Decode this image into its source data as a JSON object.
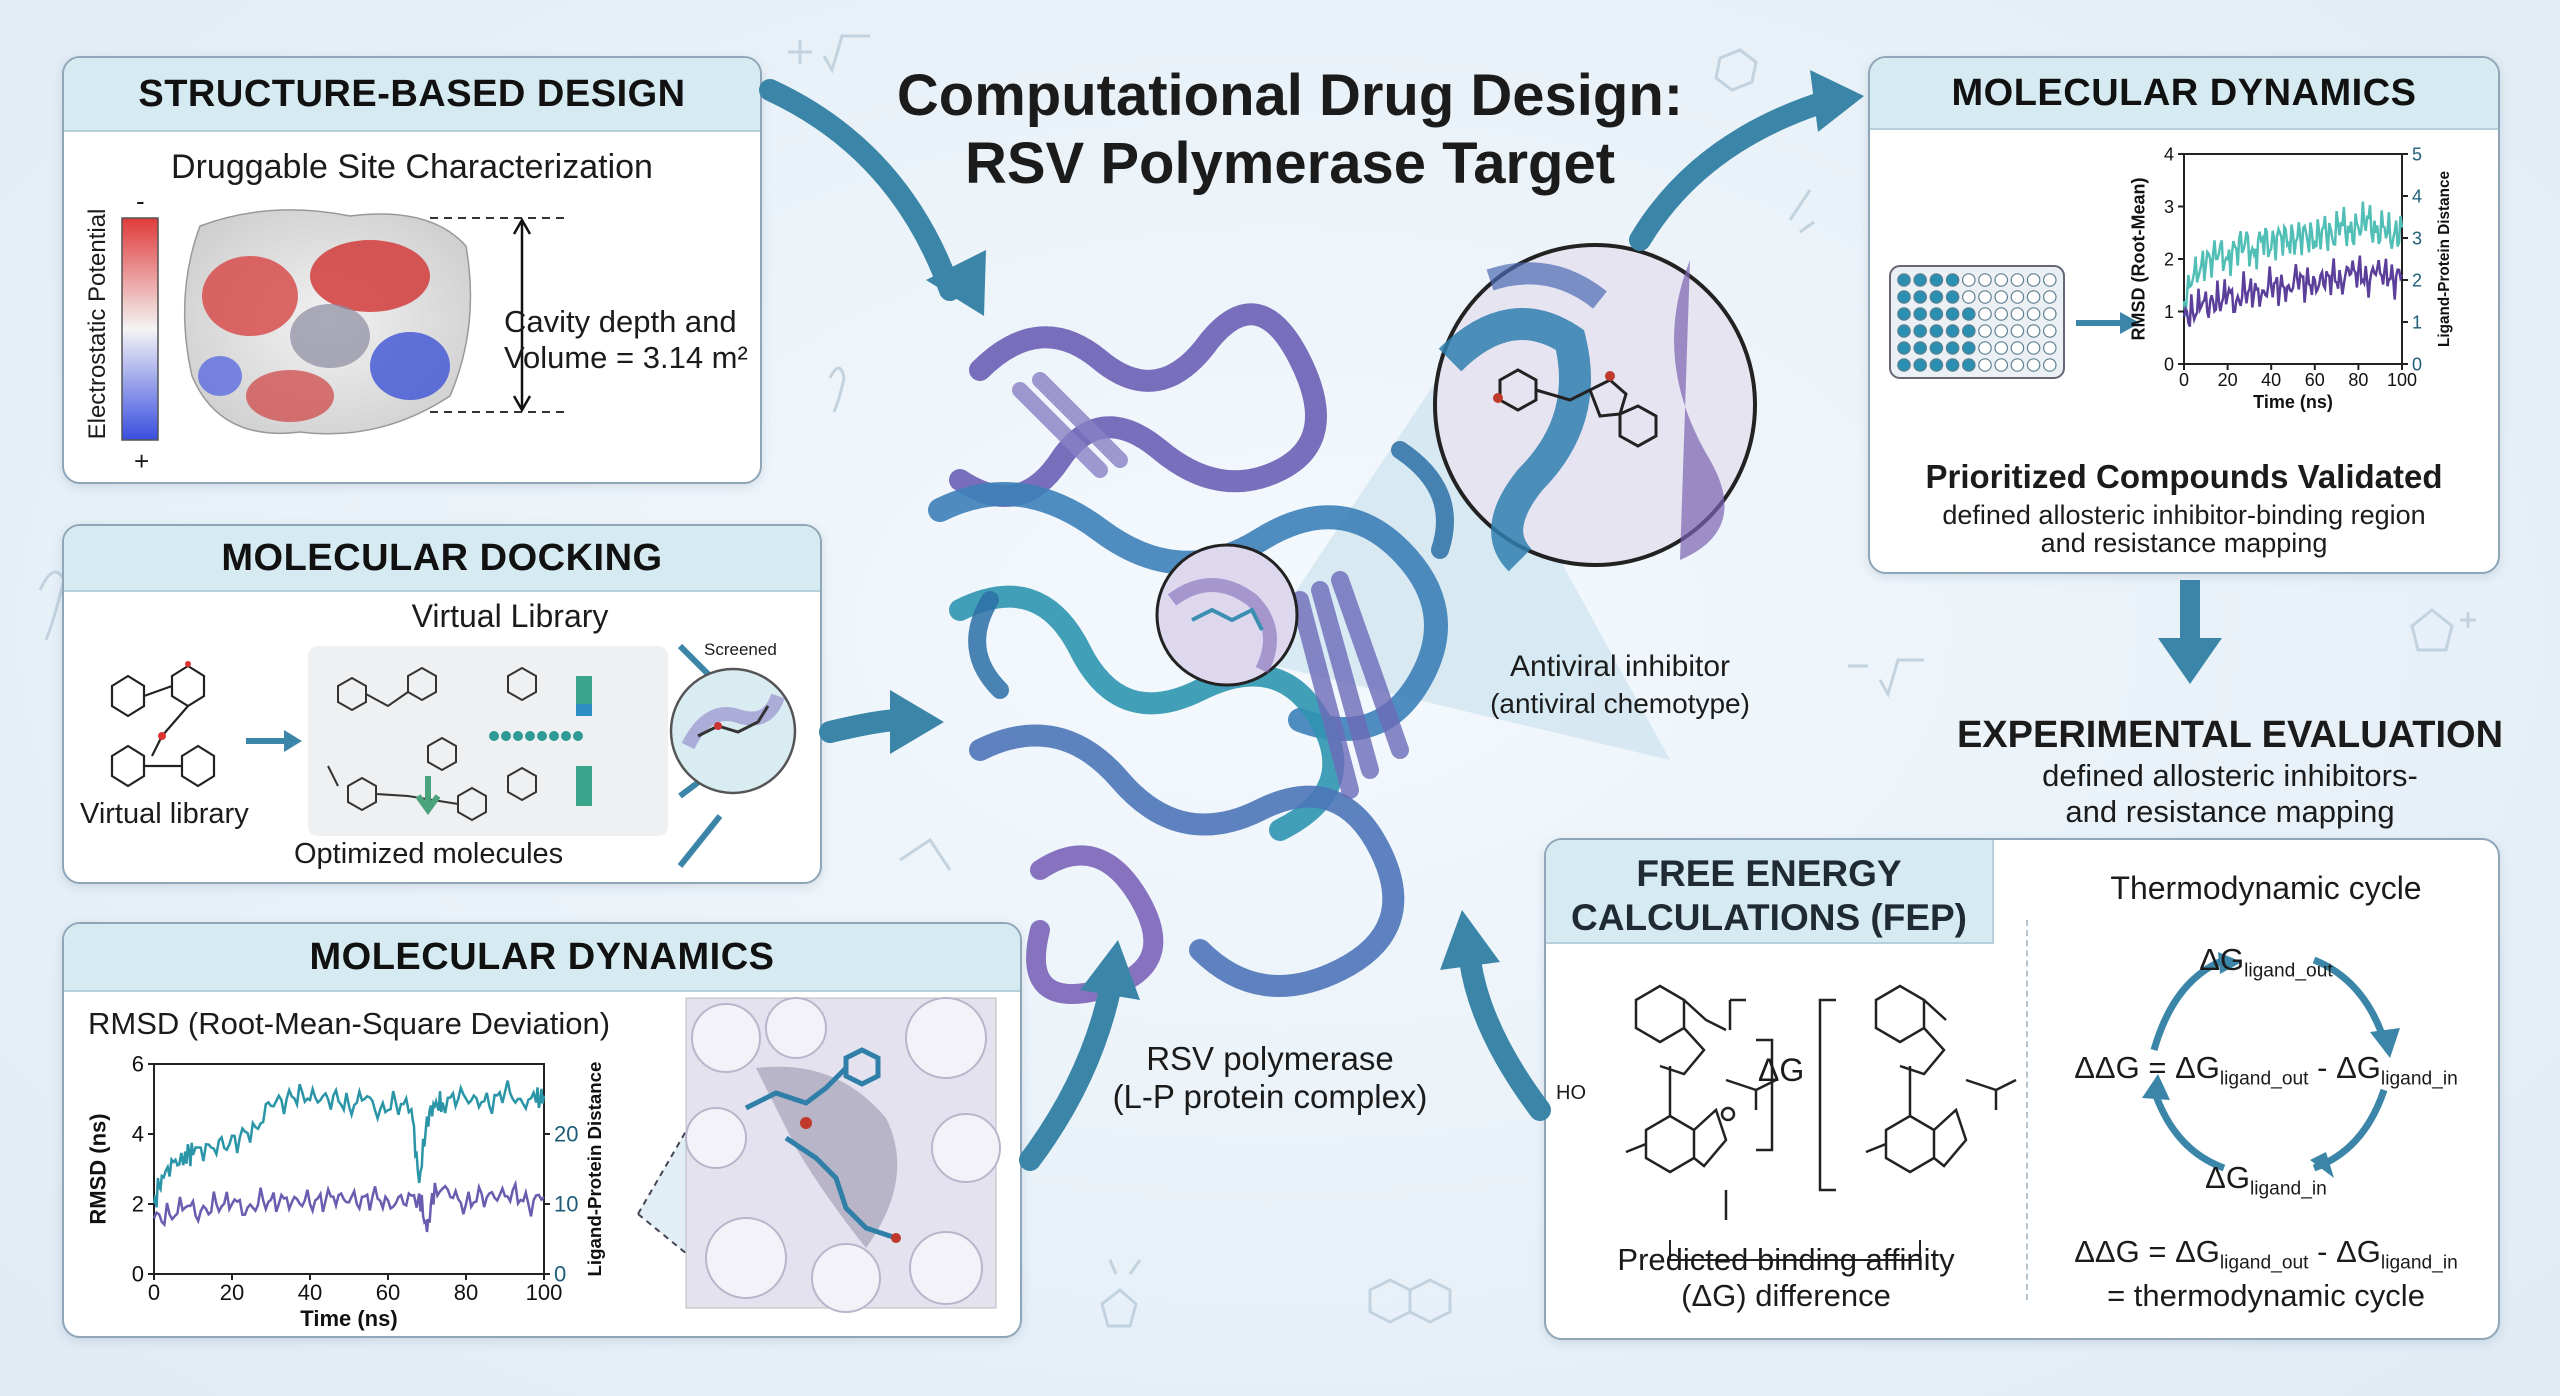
{
  "title": {
    "line1": "Computational Drug Design:",
    "line2": "RSV Polymerase Target"
  },
  "sbd": {
    "header": "STRUCTURE-BASED DESIGN",
    "subtitle": "Druggable Site Characterization",
    "colorbar_label": "Electrostatic Potential",
    "colorbar_top": "-",
    "colorbar_bottom": "+",
    "cavity_line1": "Cavity depth and",
    "cavity_line2": "Volume = 3.14 m²"
  },
  "docking": {
    "header": "MOLECULAR DOCKING",
    "library_title": "Virtual Library",
    "screened_label": "Screened",
    "virtual_library_label": "Virtual library",
    "optimized_label": "Optimized molecules"
  },
  "md_left": {
    "header": "MOLECULAR DYNAMICS",
    "subtitle": "RMSD (Root-Mean-Square Deviation)"
  },
  "md_right": {
    "header": "MOLECULAR DYNAMICS",
    "validated_title": "Prioritized Compounds Validated",
    "validated_line1": "defined allosteric inhibitor-binding region",
    "validated_line2": "and resistance mapping"
  },
  "center": {
    "inhibitor_label": "Antiviral inhibitor",
    "inhibitor_sub": "(antiviral chemotype)",
    "polymerase_line1": "RSV polymerase",
    "polymerase_line2": "(L-P protein complex)"
  },
  "experimental": {
    "title": "EXPERIMENTAL EVALUATION",
    "line1": "defined allosteric inhibitors-",
    "line2": "and resistance mapping"
  },
  "fep": {
    "header_line1": "FREE ENERGY",
    "header_line2": "CALCULATIONS (FEP)",
    "delta_g": "ΔG",
    "ho_label": "HO",
    "predicted_line1": "Predicted binding affinity",
    "predicted_line2": "(ΔG) difference",
    "cycle_title": "Thermodynamic cycle",
    "dg_symbol": "ΔG",
    "ddg_symbol": "ΔΔG",
    "sub_out": "ligand_out",
    "sub_in": "ligand_in",
    "eq_suffix": "= thermodynamic cycle"
  },
  "chart_data": [
    {
      "type": "line",
      "title": "RMSD (Root-Mean-Square Deviation)",
      "xlabel": "Time (ns)",
      "ylabel": "RMSD (ns)",
      "y2label": "Ligand-Protein Distance",
      "xlim": [
        0,
        100
      ],
      "ylim": [
        0,
        6
      ],
      "y2lim": [
        0,
        30
      ],
      "xticks": [
        0,
        20,
        40,
        60,
        80,
        100
      ],
      "yticks": [
        0,
        2,
        4,
        6
      ],
      "y2ticks": [
        0,
        10,
        20
      ],
      "series": [
        {
          "color": "#2b95a8",
          "x": [
            0,
            2,
            5,
            8,
            10,
            14,
            18,
            22,
            26,
            30,
            34,
            38,
            42,
            46,
            50,
            54,
            58,
            62,
            66,
            68,
            70,
            72,
            74,
            78,
            82,
            86,
            90,
            94,
            98,
            100
          ],
          "values": [
            2.0,
            2.8,
            3.2,
            3.5,
            3.4,
            3.7,
            3.6,
            3.9,
            4.2,
            4.8,
            5.0,
            5.2,
            4.9,
            5.1,
            4.8,
            5.0,
            4.7,
            4.9,
            4.7,
            2.6,
            4.5,
            4.8,
            4.9,
            5.0,
            5.1,
            4.8,
            5.2,
            5.0,
            4.9,
            5.1
          ]
        },
        {
          "color": "#6a5cae",
          "x": [
            0,
            4,
            8,
            12,
            16,
            20,
            24,
            28,
            32,
            36,
            40,
            44,
            48,
            52,
            56,
            60,
            64,
            68,
            70,
            72,
            76,
            80,
            84,
            88,
            92,
            96,
            100
          ],
          "values": [
            1.6,
            1.7,
            1.9,
            1.8,
            2.0,
            2.0,
            1.9,
            2.1,
            2.0,
            2.2,
            2.0,
            2.1,
            2.3,
            2.0,
            2.2,
            2.1,
            2.0,
            2.3,
            1.2,
            2.6,
            2.2,
            2.0,
            2.3,
            2.1,
            2.4,
            2.0,
            2.2
          ]
        }
      ]
    },
    {
      "type": "line",
      "xlabel": "Time (ns)",
      "ylabel": "RMSD (Root-Mean)",
      "y2label": "Ligand-Protein Distance",
      "xlim": [
        0,
        100
      ],
      "ylim": [
        0,
        4
      ],
      "y2lim": [
        0,
        5
      ],
      "xticks": [
        0,
        20,
        40,
        60,
        80,
        100
      ],
      "yticks": [
        0,
        1,
        2,
        3,
        4
      ],
      "y2ticks": [
        0,
        1,
        2,
        3,
        4,
        5
      ],
      "series": [
        {
          "color": "#52bfb6",
          "x": [
            0,
            4,
            8,
            12,
            16,
            20,
            24,
            28,
            32,
            36,
            40,
            44,
            48,
            52,
            56,
            60,
            64,
            68,
            72,
            76,
            80,
            84,
            88,
            92,
            96,
            100
          ],
          "values": [
            1.2,
            1.6,
            1.9,
            2.0,
            2.1,
            2.0,
            2.2,
            2.3,
            2.1,
            2.4,
            2.2,
            2.5,
            2.3,
            2.4,
            2.5,
            2.3,
            2.6,
            2.4,
            2.7,
            2.5,
            2.6,
            2.8,
            2.5,
            2.6,
            2.4,
            2.6
          ]
        },
        {
          "color": "#5b3f9a",
          "x": [
            0,
            4,
            8,
            12,
            16,
            20,
            24,
            28,
            32,
            36,
            40,
            44,
            48,
            52,
            56,
            60,
            64,
            68,
            72,
            76,
            80,
            84,
            88,
            92,
            96,
            100
          ],
          "values": [
            0.9,
            1.0,
            1.1,
            1.2,
            1.2,
            1.3,
            1.2,
            1.4,
            1.3,
            1.4,
            1.5,
            1.4,
            1.5,
            1.6,
            1.5,
            1.6,
            1.5,
            1.7,
            1.6,
            1.7,
            1.8,
            1.6,
            1.7,
            1.8,
            1.6,
            1.7
          ]
        }
      ]
    }
  ]
}
